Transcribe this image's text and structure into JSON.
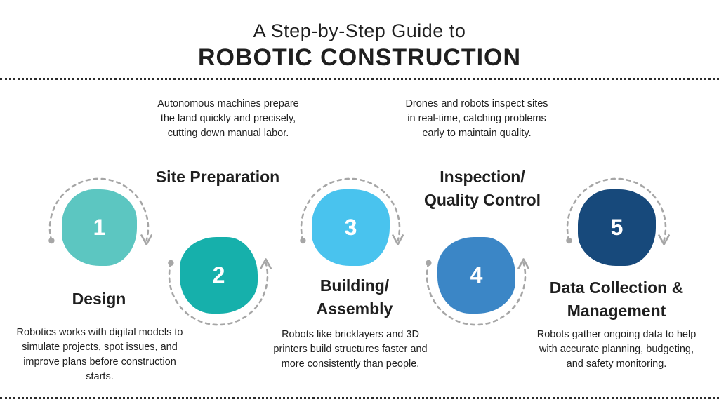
{
  "title": {
    "line1": "A Step-by-Step Guide to",
    "line2": "ROBOTIC CONSTRUCTION"
  },
  "palette": {
    "connector_gray": "#a6a6a6",
    "divider_dark": "#2b2b2b",
    "text_dark": "#1f1f1f"
  },
  "steps": [
    {
      "number": "1",
      "label": "Design",
      "description": "Robotics works with digital models to simulate projects, spot issues, and improve plans before construction starts.",
      "color": "#5cc6c1"
    },
    {
      "number": "2",
      "label": "Site Preparation",
      "description": "Autonomous machines prepare the land quickly and precisely, cutting down manual labor.",
      "color": "#16b0ab"
    },
    {
      "number": "3",
      "label": "Building/ Assembly",
      "description": "Robots like bricklayers and 3D printers build structures faster and more consistently than people.",
      "color": "#49c3ee"
    },
    {
      "number": "4",
      "label": "Inspection/ Quality Control",
      "description": "Drones and robots inspect sites in real-time, catching problems early to maintain quality.",
      "color": "#3b86c6"
    },
    {
      "number": "5",
      "label": "Data Collection & Management",
      "description": "Robots gather ongoing data to help with accurate planning, budgeting, and safety monitoring.",
      "color": "#17497b"
    }
  ]
}
